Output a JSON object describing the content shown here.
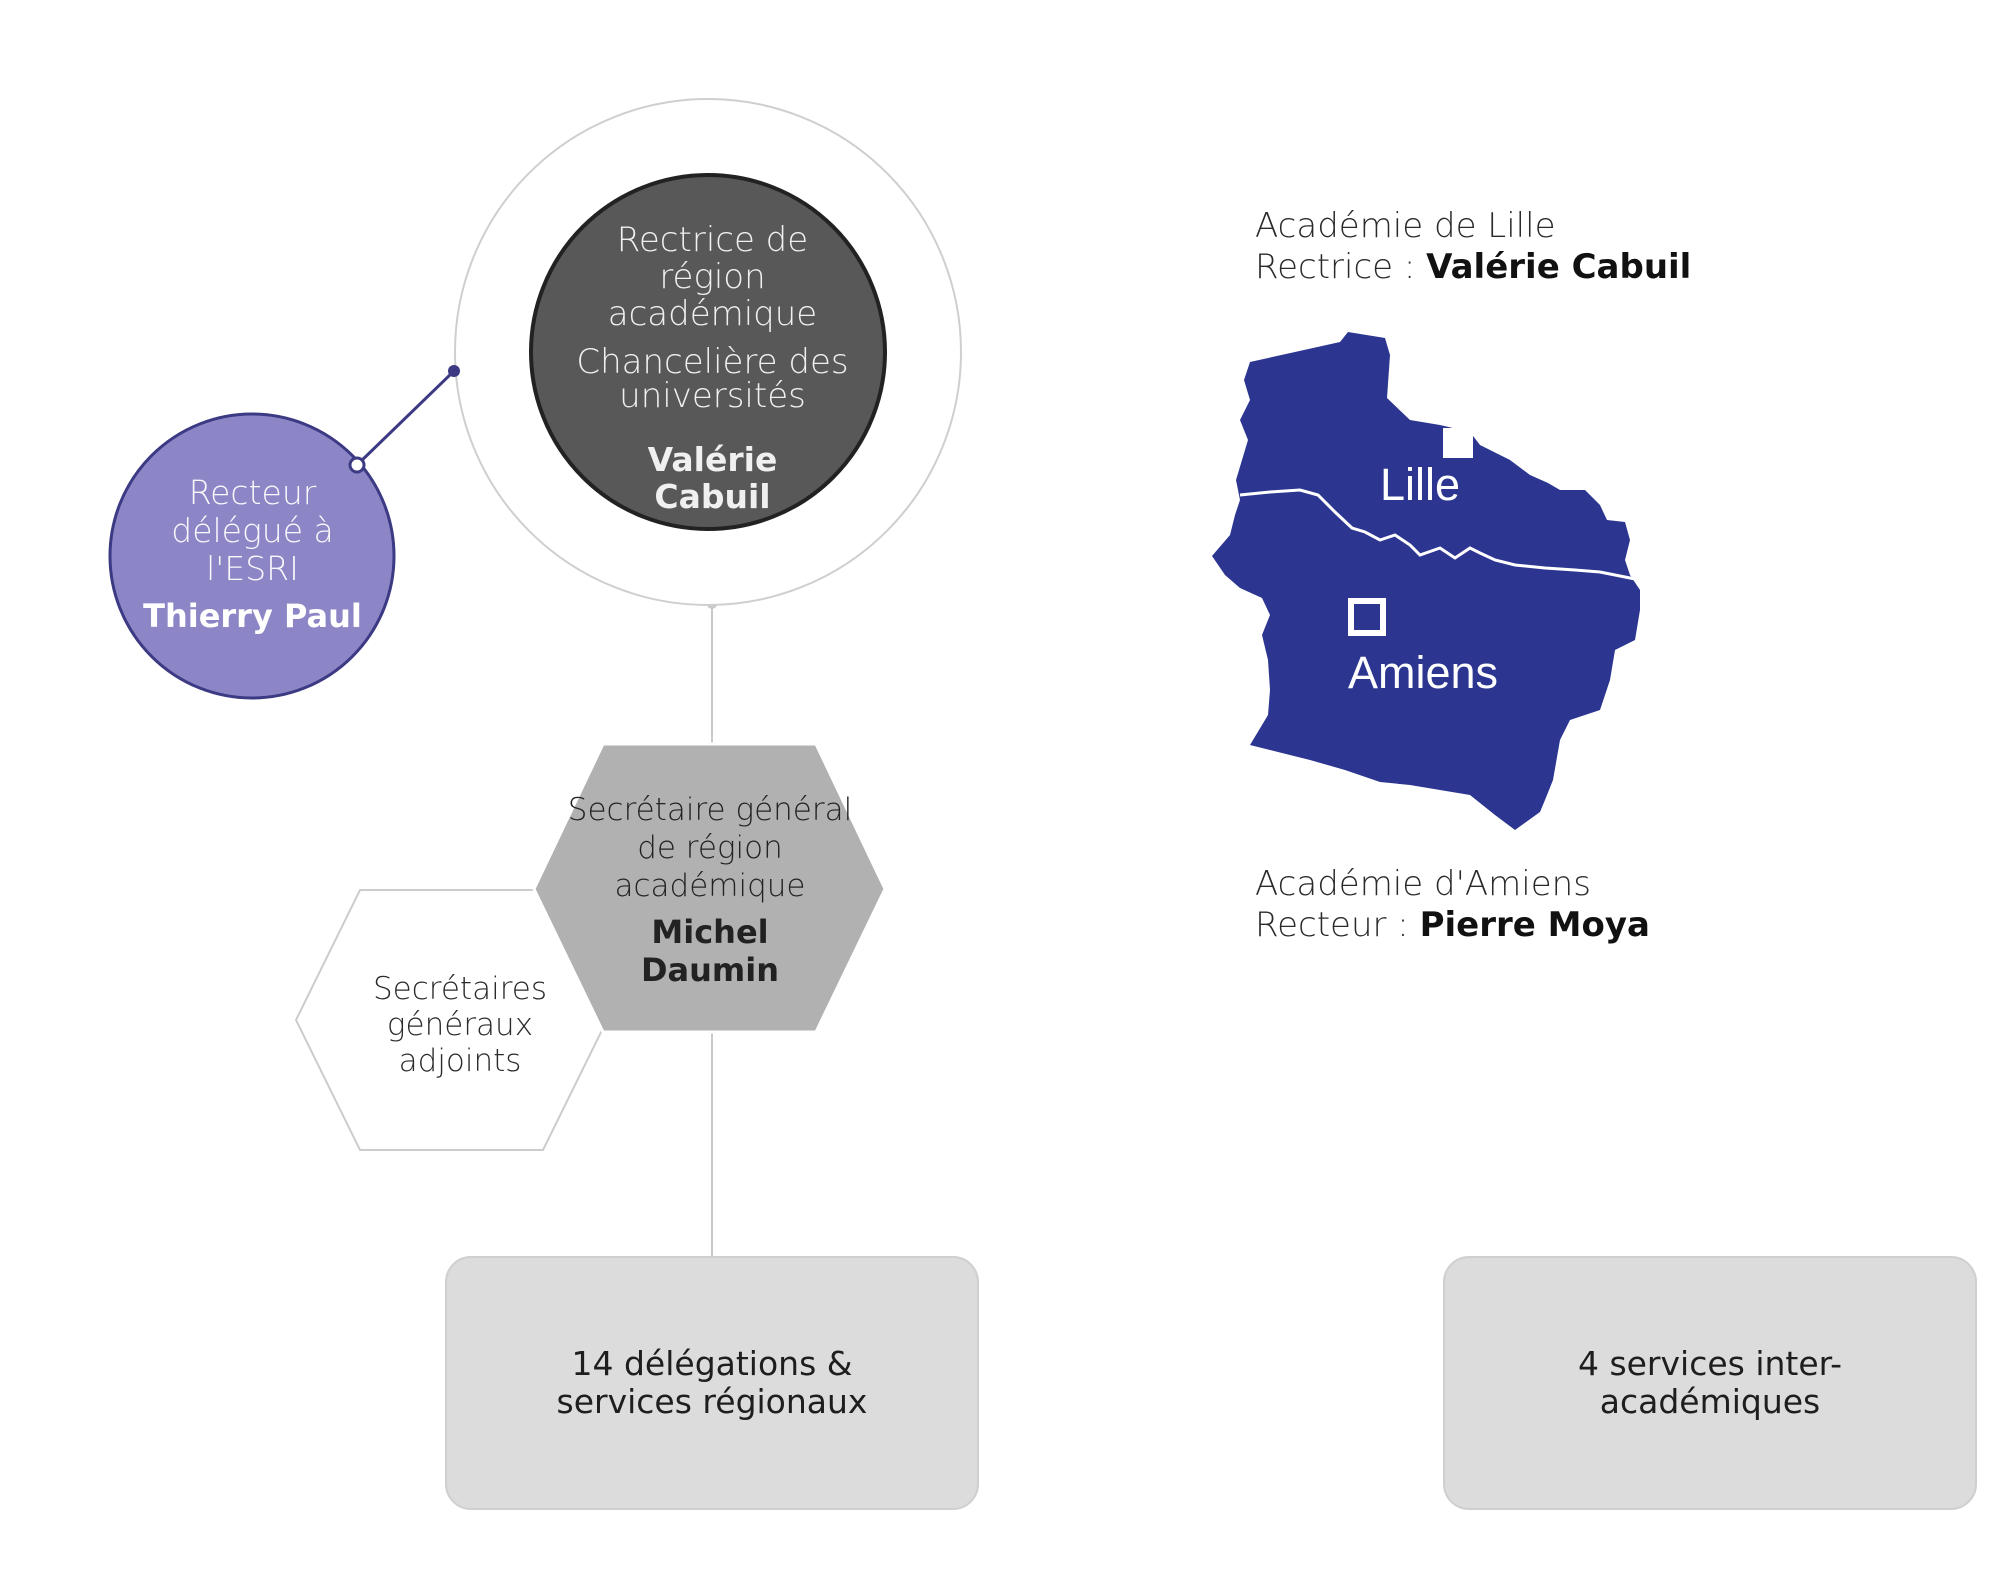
{
  "rectrice": {
    "role": "Rectrice de région académique",
    "title": "Chancelière des universités",
    "name": "Valérie Cabuil"
  },
  "recteur_delegue": {
    "role": "Recteur délégué à l'ESRI",
    "name": "Thierry Paul"
  },
  "secretaire_general": {
    "role": "Secrétaire général de région académique",
    "name": "Michel Daumin"
  },
  "secretaires_adjoints": {
    "label": "Secrétaires généraux adjoints"
  },
  "delegations_box": {
    "label": "14 délégations & services régionaux"
  },
  "services_box": {
    "label": "4 services inter-académiques"
  },
  "academie_lille": {
    "name": "Académie de Lille",
    "role_label": "Rectrice :",
    "person": "Valérie Cabuil"
  },
  "academie_amiens": {
    "name": "Académie d'Amiens",
    "role_label": "Recteur :",
    "person": "Pierre Moya"
  },
  "map": {
    "lille_label": "Lille",
    "amiens_label": "Amiens",
    "region_color": "#2c3590"
  },
  "colors": {
    "dark_circle": "#585858",
    "purple_circle": "#8c86c6",
    "hexagon_fill": "#b1b1b1",
    "box_fill": "#dcdcdc",
    "connector": "#3d3a84"
  }
}
